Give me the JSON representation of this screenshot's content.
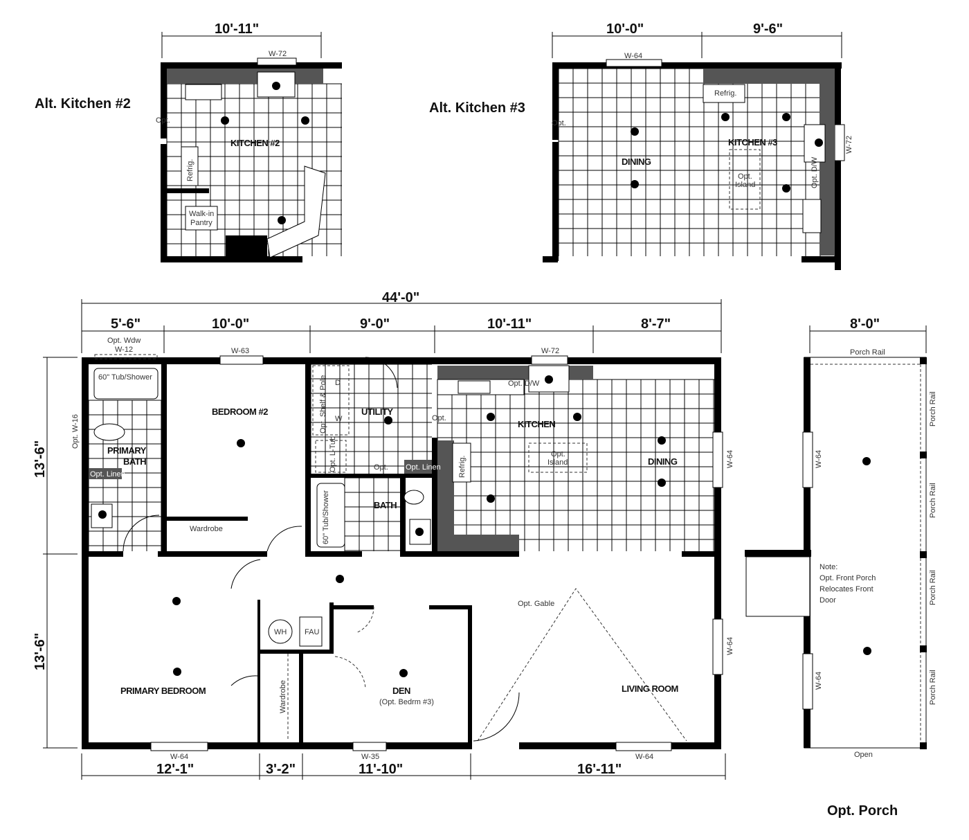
{
  "alt_kitchen_2": {
    "title": "Alt. Kitchen #2",
    "width_dim": "10'-11\"",
    "window": "W-72",
    "room": "KITCHEN #2",
    "opt": "Opt.",
    "refrig": "Refrig.",
    "pantry_line1": "Walk-in",
    "pantry_line2": "Pantry"
  },
  "alt_kitchen_3": {
    "title": "Alt. Kitchen #3",
    "dim_left": "10'-0\"",
    "dim_right": "9'-6\"",
    "window_top": "W-64",
    "window_side": "W-72",
    "refrig": "Refrig.",
    "opt": "Opt.",
    "dining": "DINING",
    "room": "KITCHEN #3",
    "island_line1": "Opt.",
    "island_line2": "Island",
    "dw": "Opt. D/W"
  },
  "main_plan": {
    "overall_width": "44'-0\"",
    "top_dims": [
      "5'-6\"",
      "10'-0\"",
      "9'-0\"",
      "10'-11\"",
      "8'-7\""
    ],
    "bottom_dims": [
      "12'-1\"",
      "3'-2\"",
      "11'-10\"",
      "16'-11\""
    ],
    "side_dims": [
      "13'-6\"",
      "13'-6\""
    ],
    "opt_wdw_line1": "Opt. Wdw",
    "opt_wdw_line2": "W-12",
    "windows": {
      "bedroom2": "W-63",
      "kitchen": "W-72",
      "bath_side": "Opt. W-16",
      "dining": "W-64",
      "living_side": "W-64",
      "primary_bottom": "W-64",
      "den_bottom": "W-35",
      "living_bottom": "W-64"
    },
    "rooms": {
      "primary_bath_1": "PRIMARY",
      "primary_bath_2": "BATH",
      "bedroom2": "BEDROOM #2",
      "utility": "UTILITY",
      "kitchen": "KITCHEN",
      "dining": "DINING",
      "bath": "BATH",
      "primary_bedroom": "PRIMARY BEDROOM",
      "den": "DEN",
      "den_sub": "(Opt. Bedrm #3)",
      "living": "LIVING ROOM"
    },
    "fixtures": {
      "tub1": "60\" Tub/Shower",
      "tub2": "60\" Tub/Shower",
      "linen1": "Opt. Linen",
      "linen2": "Opt. Linen",
      "wardrobe1": "Wardrobe",
      "wardrobe2": "Wardrobe",
      "shelf_pole": "Opt. Shelf & Pole",
      "dryer": "D",
      "washer": "W",
      "ltub": "Opt. L-Tub",
      "opt_a": "Opt.",
      "opt_b": "Opt.",
      "dw": "Opt. D/W",
      "refrig": "Refrig.",
      "island_1": "Opt.",
      "island_2": "Island",
      "wh": "WH",
      "fau": "FAU",
      "gable": "Opt. Gable"
    }
  },
  "porch": {
    "title": "Opt. Porch",
    "width_dim": "8'-0\"",
    "rail_top": "Porch Rail",
    "rails_side": [
      "Porch Rail",
      "Porch Rail",
      "Porch Rail",
      "Porch Rail"
    ],
    "windows": [
      "W-64",
      "W-64"
    ],
    "note": [
      "Note:",
      "Opt. Front Porch",
      "Relocates Front",
      "Door"
    ],
    "open": "Open"
  }
}
